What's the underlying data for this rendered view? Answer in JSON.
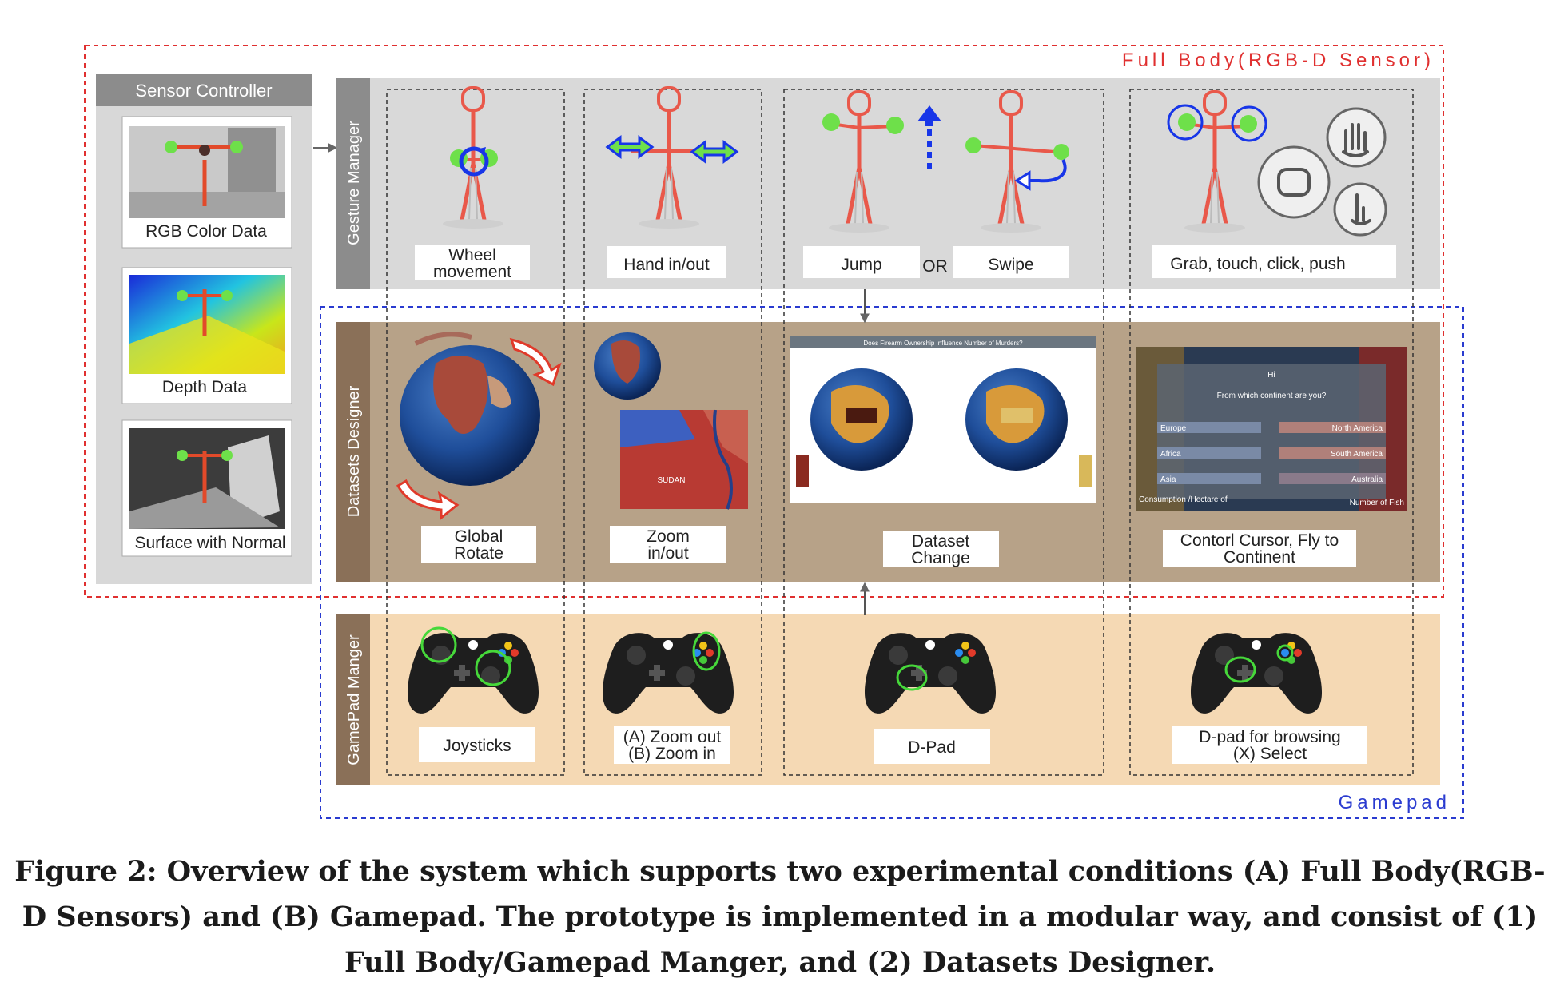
{
  "regions": {
    "full_body": "Full Body(RGB-D Sensor)",
    "gamepad": "Gamepad"
  },
  "sensor_controller": {
    "title": "Sensor Controller",
    "items": [
      "RGB Color Data",
      "Depth Data",
      "Surface with Normal"
    ]
  },
  "rows": {
    "gesture": "Gesture Manager",
    "datasets": "Datasets Designer",
    "gamepad": "GamePad Manger"
  },
  "gesture_labels": {
    "wheel": [
      "Wheel",
      "movement"
    ],
    "hand": "Hand in/out",
    "jump": "Jump",
    "or": "OR",
    "swipe": "Swipe",
    "grab": "Grab, touch, click, push"
  },
  "dataset_labels": {
    "rotate": [
      "Global",
      "Rotate"
    ],
    "zoom": [
      "Zoom",
      "in/out"
    ],
    "change": [
      "Dataset",
      "Change"
    ],
    "cursor": [
      "Contorl Cursor, Fly to",
      "Continent"
    ]
  },
  "dataset_screens": {
    "change_title": "Does Firearm Ownership Influence Number of Murders?",
    "quiz_hi": "Hi",
    "quiz_question": "From which continent are you?",
    "quiz_options": [
      "Europe",
      "North America",
      "Africa",
      "South America",
      "Asia",
      "Australia"
    ],
    "quiz_footer_left": "Consumption /Hectare of",
    "quiz_footer_right": "Number of Fish",
    "map_labels": [
      "SUDAN"
    ]
  },
  "gamepad_labels": {
    "joysticks": "Joysticks",
    "zoom": [
      "(A) Zoom out",
      "(B) Zoom in"
    ],
    "dpad": "D-Pad",
    "browse": [
      "D-pad for browsing",
      "(X) Select"
    ]
  },
  "colors": {
    "full_body_border": "#e03030",
    "gamepad_border": "#2a3bd0",
    "gesture_row": "#d9d9d9",
    "datasets_row": "#b7a288",
    "gamepad_row": "#f5d9b4",
    "row_header_gray": "#8c8c8c",
    "row_header_brown": "#8a7058",
    "skeleton": "#e9584a",
    "joint": "#6ee04a",
    "arrow_blue": "#1836e8"
  },
  "caption": "Figure 2: Overview of the system which supports two experimental conditions (A) Full Body(RGB-D Sensors) and (B) Gamepad. The prototype is implemented in a modular way, and consist of (1) Full Body/Gamepad Manger, and (2) Datasets Designer."
}
